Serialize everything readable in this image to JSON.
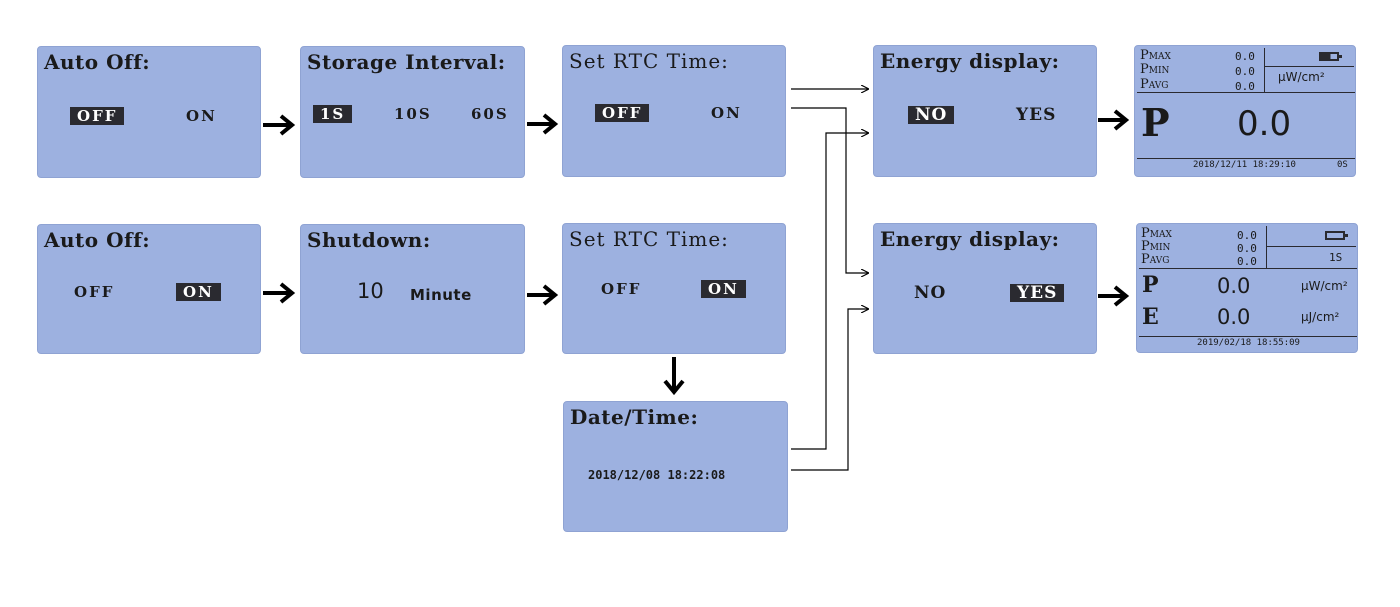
{
  "row1": {
    "auto_off": {
      "title": "Auto Off:",
      "opt_off": "OFF",
      "opt_on": "ON"
    },
    "storage": {
      "title": "Storage Interval:",
      "opt1": "1S",
      "opt2": "10S",
      "opt3": "60S"
    },
    "rtc": {
      "title": "Set RTC Time:",
      "opt_off": "OFF",
      "opt_on": "ON"
    },
    "energy": {
      "title": "Energy display:",
      "opt_no": "NO",
      "opt_yes": "YES"
    },
    "readout": {
      "pmax": "P",
      "pmax_sub": "MAX",
      "pmax_val": "0.0",
      "pmin": "P",
      "pmin_sub": "MIN",
      "pmin_val": "0.0",
      "pavg": "P",
      "pavg_sub": "AVG",
      "pavg_val": "0.0",
      "unit": "μW/cm²",
      "p_label": "P",
      "p_value": "0.0",
      "datetime": "2018/12/11 18:29:10",
      "interval": "0S"
    }
  },
  "row2": {
    "auto_off": {
      "title": "Auto Off:",
      "opt_off": "OFF",
      "opt_on": "ON"
    },
    "shutdown": {
      "title": "Shutdown:",
      "value": "10",
      "unit": "Minute"
    },
    "rtc": {
      "title": "Set RTC Time:",
      "opt_off": "OFF",
      "opt_on": "ON"
    },
    "energy": {
      "title": "Energy display:",
      "opt_no": "NO",
      "opt_yes": "YES"
    },
    "readout": {
      "pmax": "P",
      "pmax_sub": "MAX",
      "pmax_val": "0.0",
      "pmin": "P",
      "pmin_sub": "MIN",
      "pmin_val": "0.0",
      "pavg": "P",
      "pavg_sub": "AVG",
      "pavg_val": "0.0",
      "interval": "1S",
      "p_label": "P",
      "p_value": "0.0",
      "p_unit": "μW/cm²",
      "e_label": "E",
      "e_value": "0.0",
      "e_unit": "μJ/cm²",
      "datetime": "2019/02/18 18:55:09"
    }
  },
  "datetime_screen": {
    "title": "Date/Time:",
    "value": "2018/12/08  18:22:08"
  },
  "colors": {
    "screen": "#9db1e0",
    "selected_bg": "#2a2a30",
    "arrow": "#000000"
  }
}
